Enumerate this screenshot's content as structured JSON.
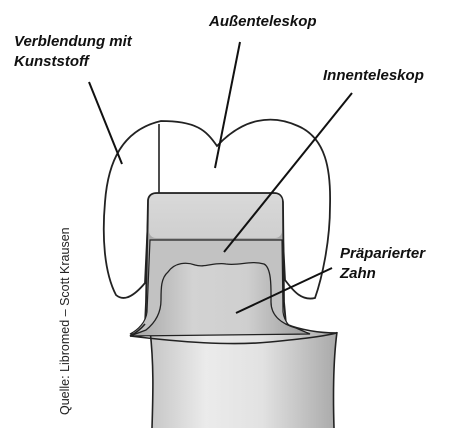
{
  "labels": {
    "verblendung": [
      "Verblendung mit",
      "Kunststoff"
    ],
    "aussenteleskop": "Außenteleskop",
    "innenteleskop": "Innenteleskop",
    "praeparierter_zahn": [
      "Präparierter",
      "Zahn"
    ]
  },
  "credit": "Quelle: Libromed – Scott Krausen",
  "colors": {
    "line": "#222222",
    "crown_fill": "#ffffff",
    "inner_band": "#d6d6d6",
    "tooth_light": "#ededed",
    "tooth_mid": "#bdbdbd",
    "tooth_dark": "#9a9a9a",
    "text": "#111111"
  }
}
